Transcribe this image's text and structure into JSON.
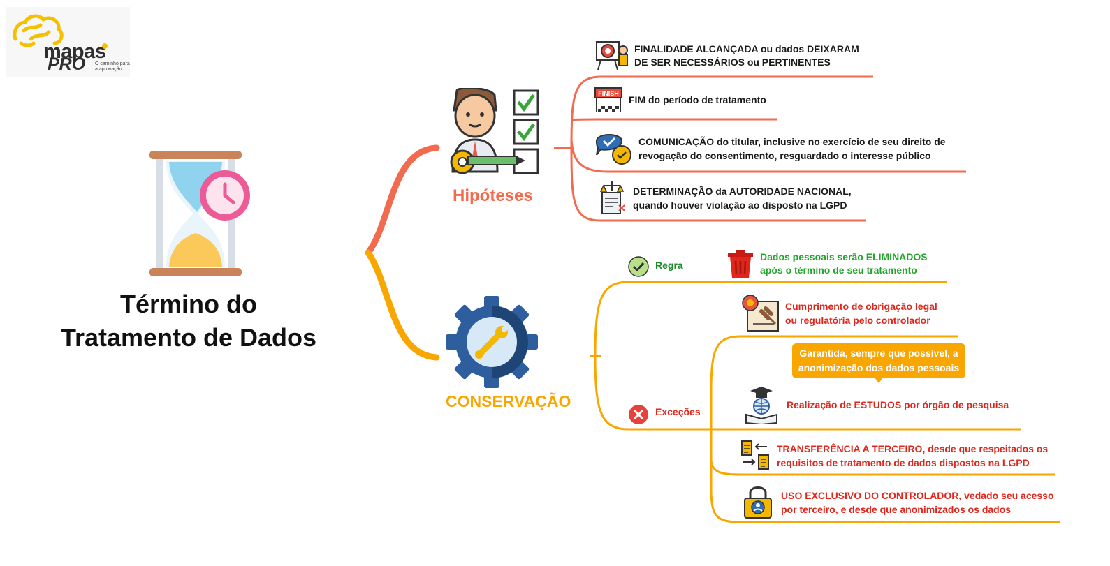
{
  "brand": {
    "name": "mapas",
    "suffix": "PRO",
    "tagline": "O caminho para a aprovação"
  },
  "main": {
    "title_line1": "Término do",
    "title_line2": "Tratamento de Dados"
  },
  "hipoteses": {
    "title": "Hipóteses",
    "items": [
      {
        "line1": "FINALIDADE ALCANÇADA ou dados DEIXARAM",
        "line2": "DE SER NECESSÁRIOS ou PERTINENTES"
      },
      {
        "line1": "FIM do período de tratamento",
        "line2": ""
      },
      {
        "line1": "COMUNICAÇÃO do titular, inclusive no exercício de seu direito de",
        "line2": "revogação do consentimento, resguardado o interesse público"
      },
      {
        "line1": "DETERMINAÇÃO da AUTORIDADE NACIONAL,",
        "line2": "quando houver violação ao disposto na LGPD"
      }
    ]
  },
  "conservacao": {
    "title": "CONSERVAÇÃO",
    "regra": {
      "label": "Regra",
      "line1": "Dados pessoais serão ELIMINADOS",
      "line2": "após o término de seu tratamento"
    },
    "excecoes": {
      "label": "Exceções",
      "items": [
        {
          "line1": "Cumprimento de obrigação legal",
          "line2": "ou regulatória pelo controlador"
        },
        {
          "line1": "Realização de ESTUDOS por órgão de pesquisa",
          "line2": ""
        },
        {
          "line1": "TRANSFERÊNCIA A TERCEIRO, desde que respeitados os",
          "line2": "requisitos de tratamento de dados dispostos na LGPD"
        },
        {
          "line1": "USO EXCLUSIVO DO CONTROLADOR, vedado seu acesso",
          "line2": "por terceiro, e desde que anonimizados os dados"
        }
      ],
      "callout": {
        "line1": "Garantida, sempre que possível, a",
        "line2": "anonimização dos dados pessoais"
      }
    }
  },
  "icons": {
    "hourglass": "hourglass-clock-icon",
    "hipoteses": "person-checklist-icon",
    "conservacao": "gear-wrench-icon",
    "finalidade": "target-presentation-icon",
    "fim": "finish-line-icon",
    "comunicacao": "chat-check-icon",
    "determinacao": "scales-document-icon",
    "regra": "check-circle-icon",
    "eliminados": "trash-icon",
    "excecoes": "x-circle-icon",
    "obrigacao": "certificate-gavel-icon",
    "estudos": "graduation-book-icon",
    "transferencia": "document-transfer-icon",
    "uso": "lock-user-icon"
  },
  "colors": {
    "hipoteses": "#f26b4f",
    "conservacao": "#f9a600",
    "regra": "#22a52b",
    "excecao": "#e0261b"
  }
}
